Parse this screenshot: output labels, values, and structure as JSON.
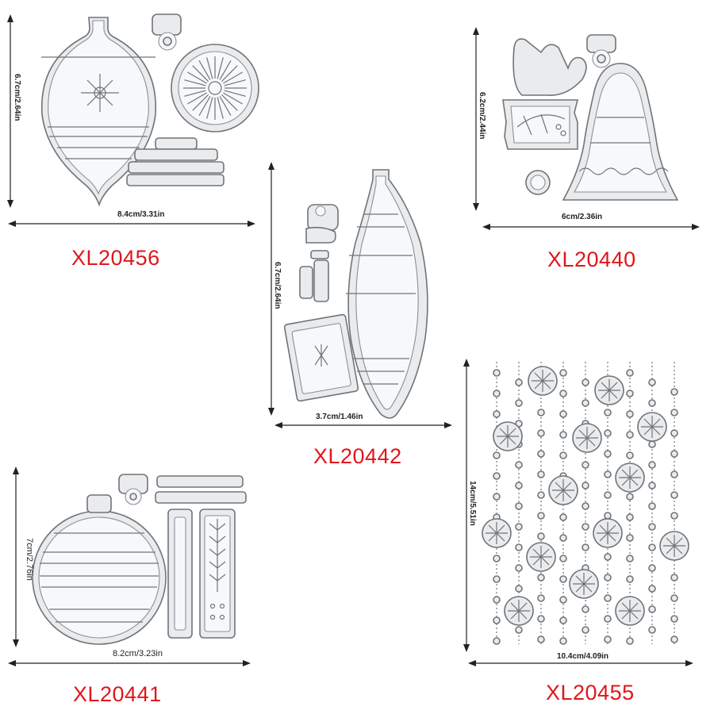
{
  "products": [
    {
      "code": "XL20456",
      "height_label": "6.7cm/2.64in",
      "width_label": "8.4cm/3.31in"
    },
    {
      "code": "XL20440",
      "height_label": "6.2cm/2.44in",
      "width_label": "6cm/2.36in"
    },
    {
      "code": "XL20442",
      "height_label": "6.7cm/2.64in",
      "width_label": "3.7cm/1.46in"
    },
    {
      "code": "XL20441",
      "height_label": "7cm/2.76in",
      "width_label": "8.2cm/3.23in"
    },
    {
      "code": "XL20455",
      "height_label": "14cm/5.51in",
      "width_label": "10.4cm/4.09in"
    }
  ],
  "colors": {
    "code_text": "#e0161b",
    "die_fill": "#e9ebed",
    "die_stroke": "#6f7479"
  }
}
